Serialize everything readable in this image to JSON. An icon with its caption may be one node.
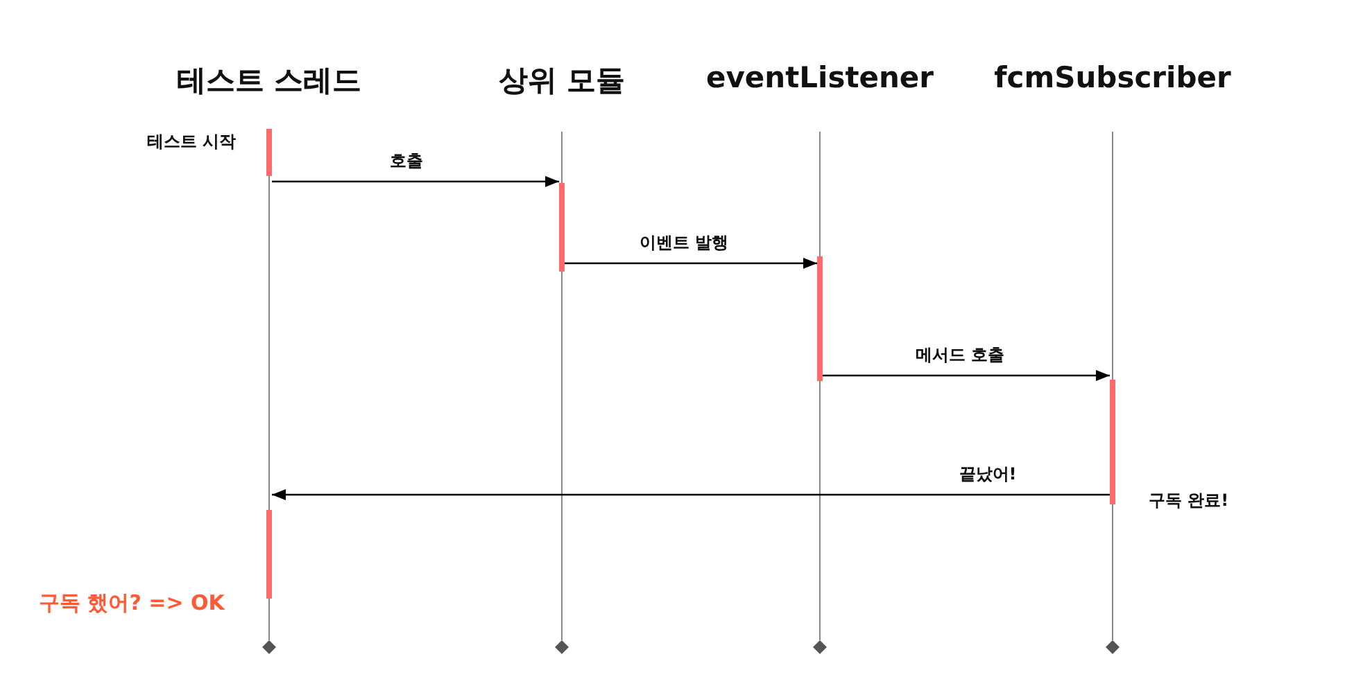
{
  "diagram": {
    "nodes": [
      {
        "text": [
          "테스트 스레드"
        ]
      },
      {
        "text": [
          "상위 모듈"
        ]
      },
      {
        "text": [
          "eventListener"
        ]
      },
      {
        "text": [
          "fcmSubscriber"
        ]
      },
      {
        "text": [],
        "shape": "bar",
        "beside": [
          "테스트 시작"
        ]
      },
      {
        "text": [],
        "shape": "bar"
      },
      {
        "text": [],
        "shape": "bar"
      },
      {
        "text": [],
        "shape": "bar",
        "beside": [
          "구독 완료!"
        ]
      },
      {
        "text": [],
        "shape": "bar",
        "beside": [
          "구독 했어? => OK"
        ]
      }
    ],
    "edges": [
      {
        "from": 4,
        "to": 5,
        "arrow": "to",
        "label": "호출"
      },
      {
        "from": 5,
        "to": 6,
        "arrow": "to",
        "label": "이벤트 발행"
      },
      {
        "from": 6,
        "to": 7,
        "arrow": "to",
        "label": "메서드 호출"
      },
      {
        "from": 7,
        "to": 8,
        "arrow": "to",
        "label": "끝났어!"
      }
    ]
  }
}
